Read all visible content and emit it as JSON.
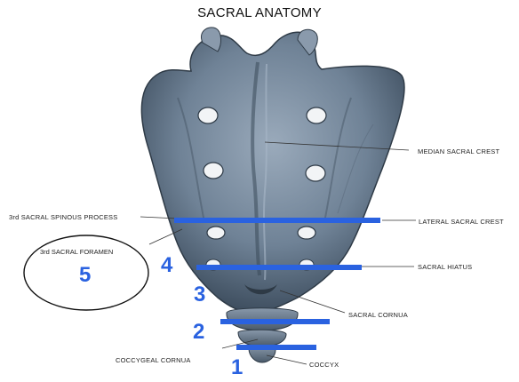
{
  "title": "SACRAL ANATOMY",
  "labels": {
    "median_sacral_crest": "MEDIAN SACRAL CREST",
    "third_sacral_spinous_process": "3rd SACRAL SPINOUS PROCESS",
    "lateral_sacral_crest": "LATERAL SACRAL CREST",
    "third_sacral_foramen": "3rd SACRAL FORAMEN",
    "sacral_hiatus": "SACRAL HIATUS",
    "sacral_cornua": "SACRAL CORNUA",
    "coccygeal_cornua": "COCCYGEAL CORNUA",
    "coccyx": "COCCYX"
  },
  "markers": {
    "m1": "1",
    "m2": "2",
    "m3": "3",
    "m4": "4",
    "m5": "5"
  },
  "colors": {
    "marker_blue": "#2a62e0",
    "bone_fill": "#6f8296",
    "bone_dark": "#3b4a5a"
  }
}
